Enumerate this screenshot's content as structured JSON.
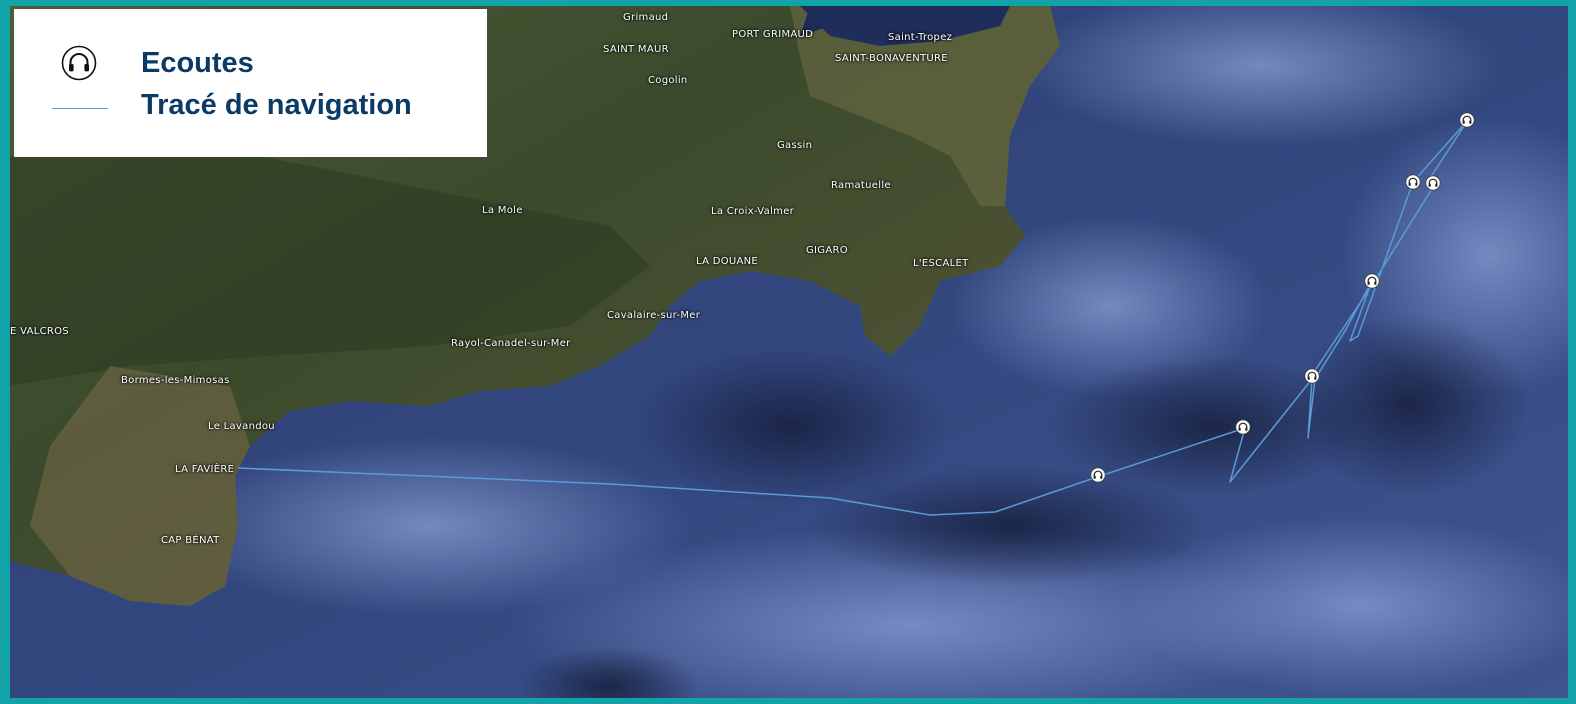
{
  "legend": {
    "items": [
      {
        "label": "Ecoutes",
        "icon": "headphones-icon"
      },
      {
        "label": "Tracé de navigation",
        "icon": "track-line-icon"
      }
    ]
  },
  "colors": {
    "frame": "#11a3a8",
    "track": "#5a9ad8",
    "legend_text": "#0c3a66",
    "sea": "#2b3d72"
  },
  "places": [
    {
      "name": "Grimaud"
    },
    {
      "name": "PORT GRIMAUD"
    },
    {
      "name": "Saint-Tropez"
    },
    {
      "name": "SAINT MAUR"
    },
    {
      "name": "SAINT-BONAVENTURE"
    },
    {
      "name": "Cogolin"
    },
    {
      "name": "Gassin"
    },
    {
      "name": "Ramatuelle"
    },
    {
      "name": "La Mole"
    },
    {
      "name": "La Croix-Valmer"
    },
    {
      "name": "GIGARO"
    },
    {
      "name": "LA DOUANE"
    },
    {
      "name": "L'ESCALET"
    },
    {
      "name": "Cavalaire-sur-Mer"
    },
    {
      "name": "E VALCROS"
    },
    {
      "name": "Rayol-Canadel-sur-Mer"
    },
    {
      "name": "Bormes-les-Mimosas"
    },
    {
      "name": "Le Lavandou"
    },
    {
      "name": "LA FAVIÈRE"
    },
    {
      "name": "CAP BÉNAT"
    }
  ],
  "listening_points_icon": "headphones-icon"
}
